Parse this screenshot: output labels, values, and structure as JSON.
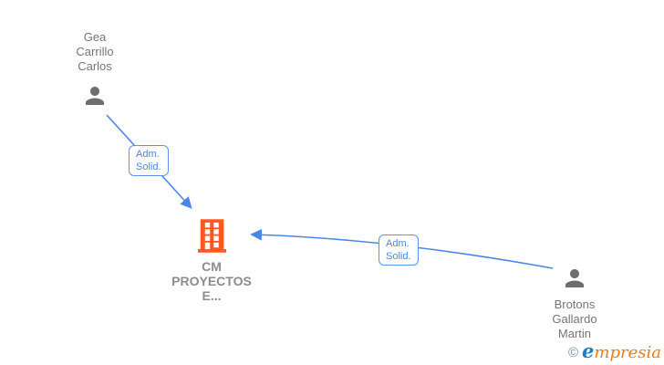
{
  "diagram": {
    "nodes": {
      "person1": {
        "name": "Gea Carrillo Carlos",
        "label_lines": [
          "Gea",
          "Carrillo",
          "Carlos"
        ],
        "icon": "person-icon"
      },
      "company": {
        "name": "CM PROYECTOS E...",
        "label_lines": [
          "CM",
          "PROYECTOS",
          "E..."
        ],
        "icon": "building-icon"
      },
      "person2": {
        "name": "Brotons Gallardo Martin",
        "label_lines": [
          "Brotons",
          "Gallardo",
          "Martin"
        ],
        "icon": "person-icon"
      }
    },
    "edges": {
      "edge1": {
        "from": "Gea Carrillo Carlos",
        "to": "CM PROYECTOS E...",
        "label_lines": [
          "Adm.",
          "Solid."
        ]
      },
      "edge2": {
        "from": "Brotons Gallardo Martin",
        "to": "CM PROYECTOS E...",
        "label_lines": [
          "Adm.",
          "Solid."
        ]
      }
    }
  },
  "watermark": {
    "copyright_symbol": "©",
    "brand_initial": "e",
    "brand_rest": "mpresia"
  },
  "colors": {
    "edge_blue": "#4a86e8",
    "edge_label_border": "#5b94ee",
    "node_text_gray": "#757575",
    "company_text_gray": "#8c8c8c",
    "person_icon_gray": "#6e6e6e",
    "building_orange": "#ff5722",
    "logo_blue": "#1e7ec8",
    "logo_orange": "#e87d1e",
    "copyright_teal": "#6b93a8",
    "background": "#ffffff"
  }
}
